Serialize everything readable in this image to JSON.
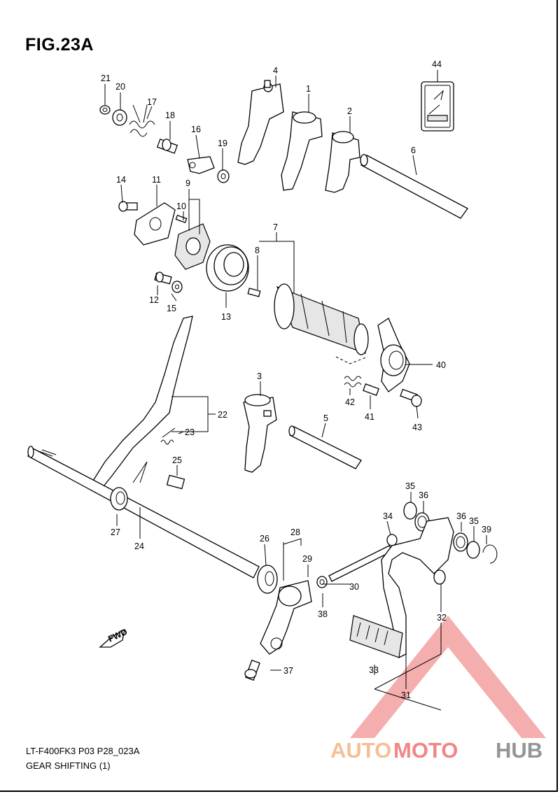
{
  "title": "FIG.23A",
  "footer": {
    "code": "LT-F400FK3 P03 P28_023A",
    "name": "GEAR SHIFTING (1)"
  },
  "fwd_label": "FWD",
  "watermark": {
    "part1": "AUTO",
    "part2": "MOTO",
    "part3": "HUB",
    "color_orange": "#f5b98a",
    "color_red": "#ef7a7a",
    "color_grey": "#8a8a8a"
  },
  "labels": {
    "p1": "1",
    "p2": "2",
    "p3": "3",
    "p4": "4",
    "p5": "5",
    "p6": "6",
    "p7": "7",
    "p8": "8",
    "p9": "9",
    "p10": "10",
    "p11": "11",
    "p12": "12",
    "p13": "13",
    "p14": "14",
    "p15": "15",
    "p16": "16",
    "p17": "17",
    "p18": "18",
    "p19": "19",
    "p20": "20",
    "p21": "21",
    "p22": "22",
    "p23": "23",
    "p24": "24",
    "p25": "25",
    "p26": "26",
    "p27": "27",
    "p28": "28",
    "p29": "29",
    "p30": "30",
    "p31": "31",
    "p32": "32",
    "p33": "33",
    "p34": "34",
    "p35a": "35",
    "p35b": "35",
    "p36a": "36",
    "p36b": "36",
    "p37": "37",
    "p38": "38",
    "p39": "39",
    "p40": "40",
    "p41": "41",
    "p42": "42",
    "p43": "43",
    "p44": "44"
  }
}
